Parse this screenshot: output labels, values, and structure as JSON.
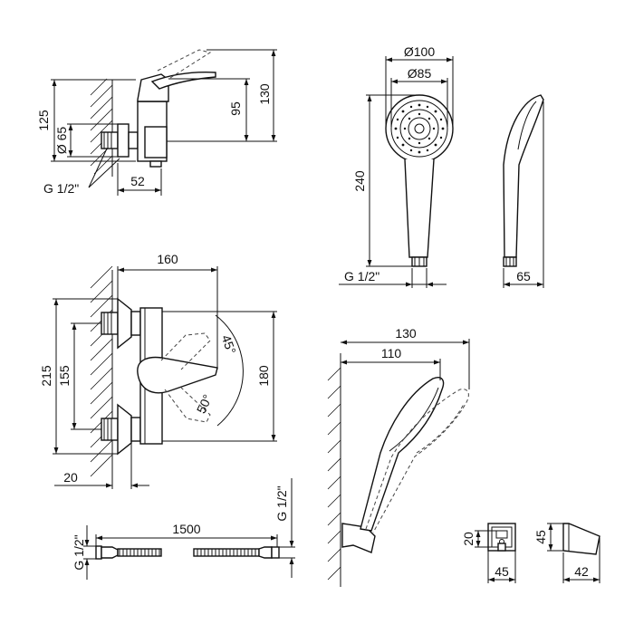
{
  "labels": {
    "top_125": "125",
    "top_d65": "Ø 65",
    "top_g12": "G 1/2\"",
    "top_52": "52",
    "top_95": "95",
    "top_130": "130",
    "head_d100": "Ø100",
    "head_d85": "Ø85",
    "head_240": "240",
    "head_g12": "G 1/2\"",
    "head_65": "65",
    "front_160": "160",
    "front_45deg": "45°",
    "front_50deg": "50°",
    "front_215": "215",
    "front_155": "155",
    "front_180": "180",
    "front_20": "20",
    "hose_1500": "1500",
    "hose_g12_left": "G 1/2\"",
    "hose_g12_right": "G 1/2\"",
    "holder_130": "130",
    "holder_110": "110",
    "bracket_20": "20",
    "bracket_45_w": "45",
    "bracket_45_h": "45",
    "bracket_42": "42"
  }
}
